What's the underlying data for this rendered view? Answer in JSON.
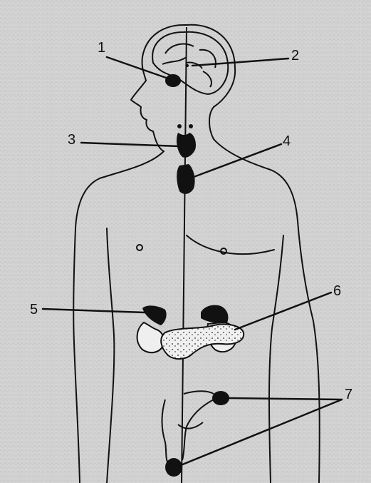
{
  "diagram": {
    "labels": [
      {
        "id": "1",
        "text": "1"
      },
      {
        "id": "2",
        "text": "2"
      },
      {
        "id": "3",
        "text": "3"
      },
      {
        "id": "4",
        "text": "4"
      },
      {
        "id": "5",
        "text": "5"
      },
      {
        "id": "6",
        "text": "6"
      },
      {
        "id": "7",
        "text": "7"
      }
    ],
    "colors": {
      "background": "#d4d4d4",
      "ink": "#111111",
      "body_fill": "#e6e6e6"
    }
  }
}
